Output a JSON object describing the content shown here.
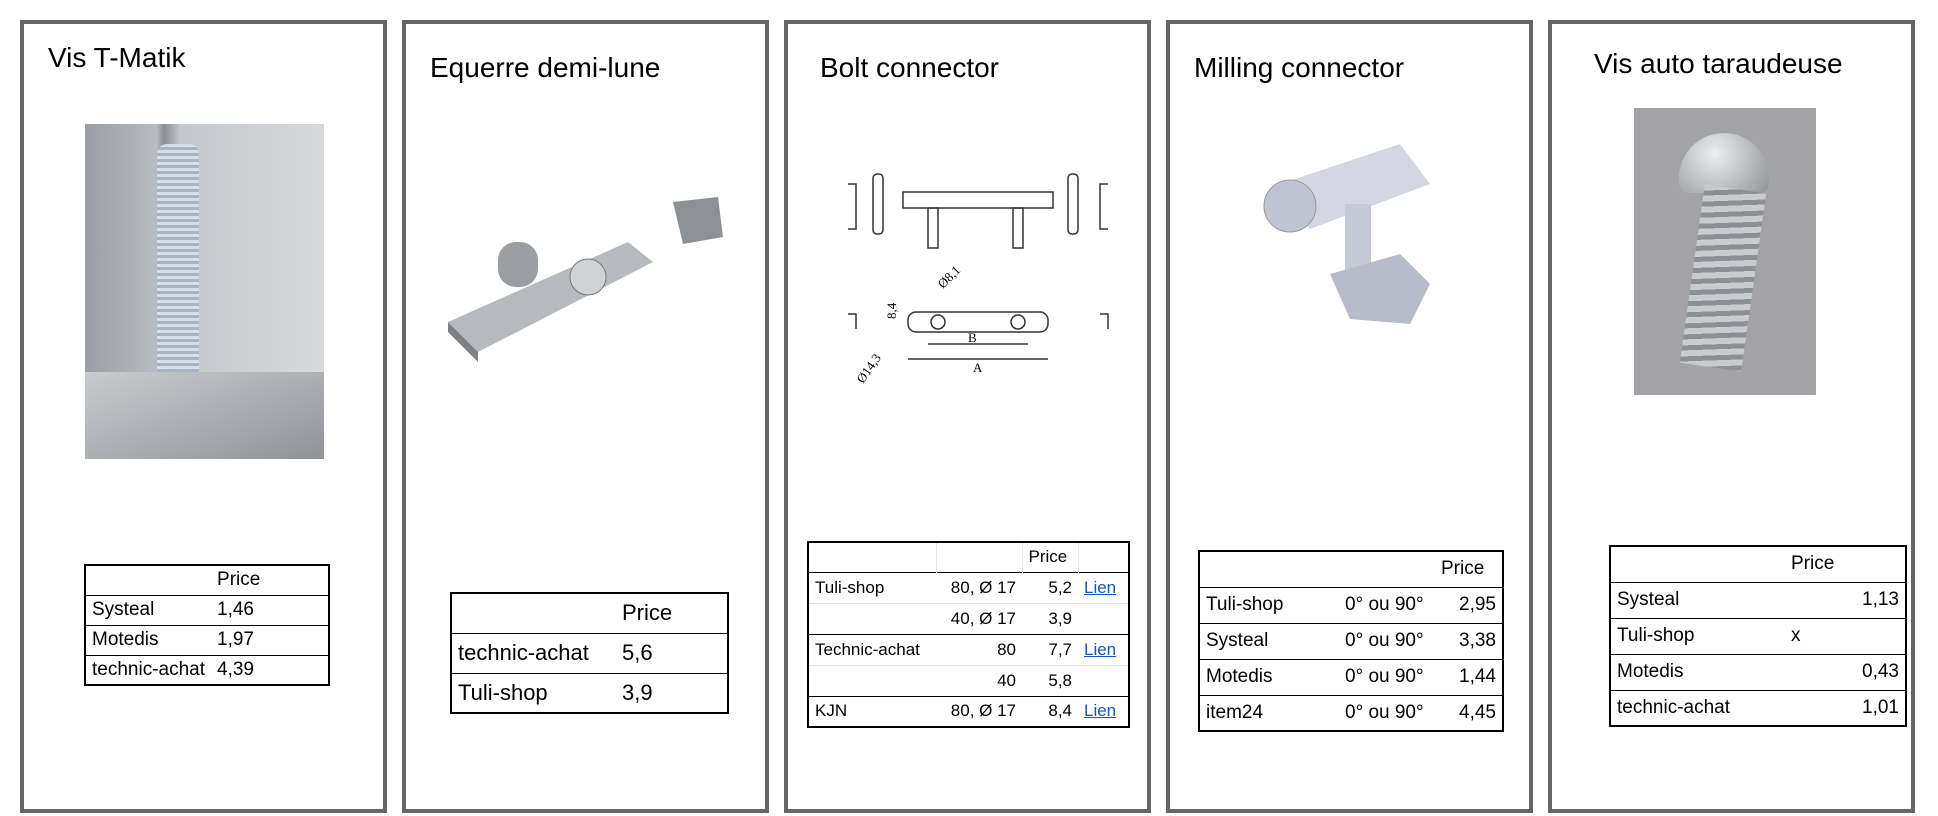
{
  "panels": [
    {
      "title": "Vis T-Matik",
      "header": "Price",
      "rows": [
        [
          "Systeal",
          "1,46"
        ],
        [
          "Motedis",
          "1,97"
        ],
        [
          "technic-achat",
          "4,39"
        ]
      ]
    },
    {
      "title": "Equerre demi-lune",
      "header": "Price",
      "rows": [
        [
          "technic-achat",
          "5,6"
        ],
        [
          "Tuli-shop",
          "3,9"
        ]
      ]
    },
    {
      "title": "Bolt connector",
      "header": "Price",
      "link": "Lien",
      "rows": [
        [
          "Tuli-shop",
          "80, Ø 17",
          "5,2",
          "Lien"
        ],
        [
          "",
          "40, Ø 17",
          "3,9",
          ""
        ],
        [
          "Technic-achat",
          "80",
          "7,7",
          "Lien"
        ],
        [
          "",
          "40",
          "5,8",
          ""
        ],
        [
          "KJN",
          "80, Ø 17",
          "8,4",
          "Lien"
        ]
      ],
      "drawing_labels": {
        "a": "A",
        "b": "B",
        "d1": "Ø8,1",
        "d2": "Ø14,3",
        "h": "8,4"
      }
    },
    {
      "title": "Milling connector",
      "header": "Price",
      "rows": [
        [
          "Tuli-shop",
          "0° ou 90°",
          "2,95"
        ],
        [
          "Systeal",
          "0° ou 90°",
          "3,38"
        ],
        [
          "Motedis",
          "0° ou 90°",
          "1,44"
        ],
        [
          "item24",
          "0° ou 90°",
          "4,45"
        ]
      ]
    },
    {
      "title": "Vis auto taraudeuse",
      "header": "Price",
      "rows": [
        [
          "Systeal",
          "1,13"
        ],
        [
          "Tuli-shop",
          "x"
        ],
        [
          "Motedis",
          "0,43"
        ],
        [
          "technic-achat",
          "1,01"
        ]
      ]
    }
  ]
}
